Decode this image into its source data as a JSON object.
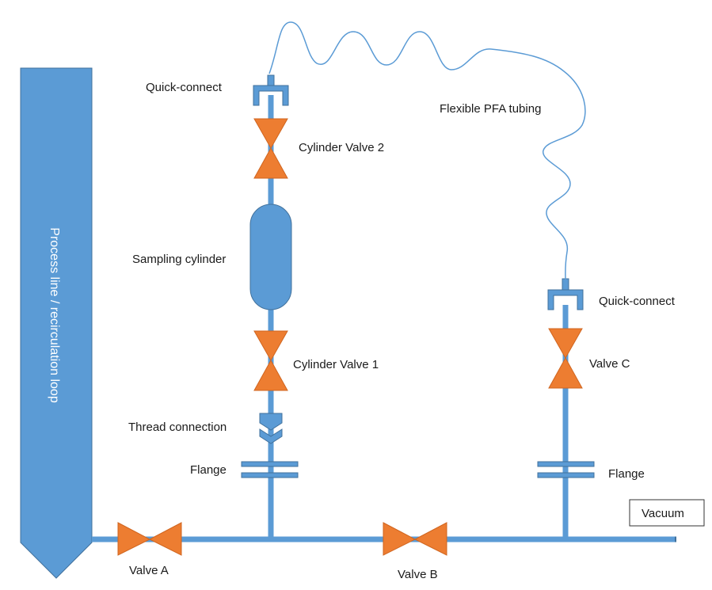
{
  "labels": {
    "process_line": "Process line / recirculation loop",
    "quick_connect_top": "Quick-connect",
    "cylinder_valve_2": "Cylinder Valve 2",
    "flexible_tubing": "Flexible PFA tubing",
    "sampling_cylinder": "Sampling cylinder",
    "cylinder_valve_1": "Cylinder Valve 1",
    "thread_connection": "Thread connection",
    "flange_left": "Flange",
    "quick_connect_right": "Quick-connect",
    "valve_c": "Valve C",
    "flange_right": "Flange",
    "vacuum": "Vacuum",
    "valve_a": "Valve A",
    "valve_b": "Valve B"
  },
  "colors": {
    "pipe": "#5b9bd5",
    "valve": "#ed7d31",
    "tubing": "#5b9bd5"
  }
}
